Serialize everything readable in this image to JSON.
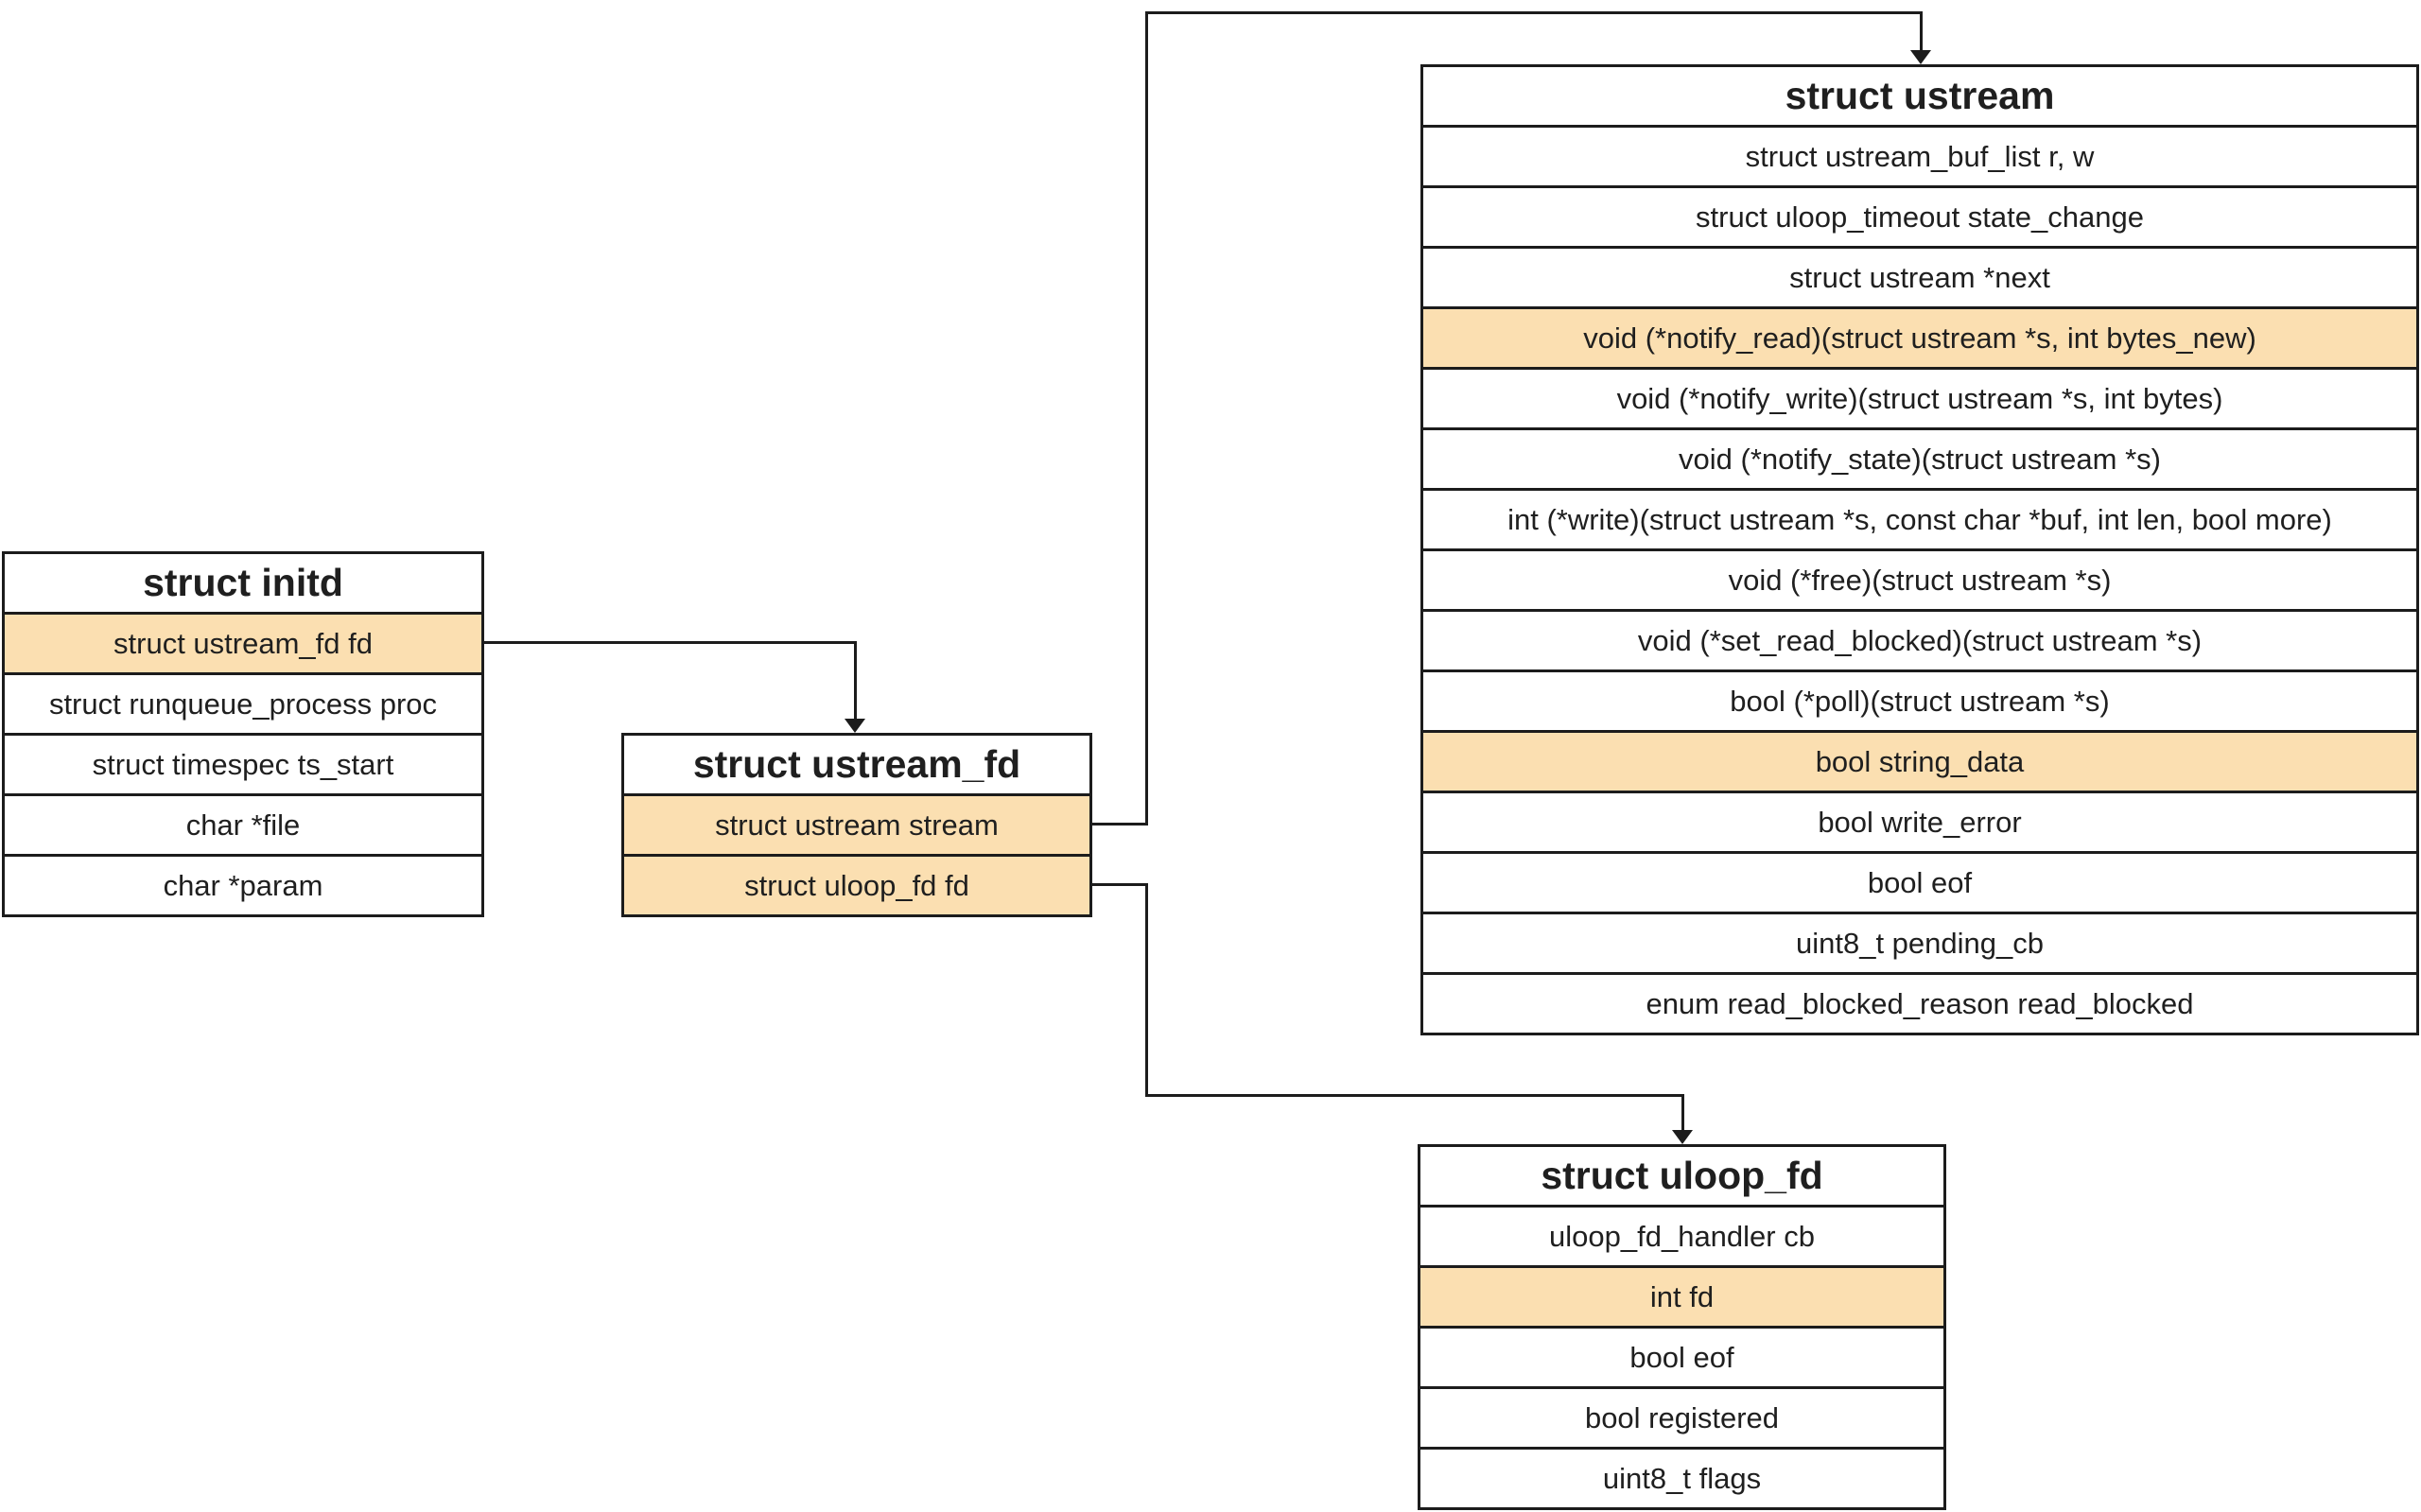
{
  "diagram": {
    "kind": "struct-relationship-diagram",
    "colors": {
      "highlight": "#FBDFB1",
      "line": "#1C1C1C",
      "text": "#1F1F1F",
      "background": "#FFFFFF"
    },
    "boxes": [
      {
        "id": "initd",
        "title": "struct initd",
        "rows": [
          {
            "text": "struct ustream_fd fd",
            "highlighted": true
          },
          {
            "text": "struct runqueue_process proc",
            "highlighted": false
          },
          {
            "text": "struct timespec ts_start",
            "highlighted": false
          },
          {
            "text": "char *file",
            "highlighted": false
          },
          {
            "text": "char *param",
            "highlighted": false
          }
        ]
      },
      {
        "id": "ustream_fd",
        "title": "struct ustream_fd",
        "rows": [
          {
            "text": "struct ustream stream",
            "highlighted": true
          },
          {
            "text": "struct uloop_fd fd",
            "highlighted": true
          }
        ]
      },
      {
        "id": "ustream",
        "title": "struct ustream",
        "rows": [
          {
            "text": "struct ustream_buf_list r, w",
            "highlighted": false
          },
          {
            "text": "struct uloop_timeout state_change",
            "highlighted": false
          },
          {
            "text": "struct ustream *next",
            "highlighted": false
          },
          {
            "text": "void (*notify_read)(struct ustream *s, int bytes_new)",
            "highlighted": true
          },
          {
            "text": "void (*notify_write)(struct ustream *s, int bytes)",
            "highlighted": false
          },
          {
            "text": "void (*notify_state)(struct ustream *s)",
            "highlighted": false
          },
          {
            "text": "int (*write)(struct ustream *s, const char *buf, int len, bool more)",
            "highlighted": false
          },
          {
            "text": "void (*free)(struct ustream *s)",
            "highlighted": false
          },
          {
            "text": "void (*set_read_blocked)(struct ustream *s)",
            "highlighted": false
          },
          {
            "text": "bool (*poll)(struct ustream *s)",
            "highlighted": false
          },
          {
            "text": "bool string_data",
            "highlighted": true
          },
          {
            "text": "bool write_error",
            "highlighted": false
          },
          {
            "text": "bool eof",
            "highlighted": false
          },
          {
            "text": "uint8_t pending_cb",
            "highlighted": false
          },
          {
            "text": "enum read_blocked_reason read_blocked",
            "highlighted": false
          }
        ]
      },
      {
        "id": "uloop_fd",
        "title": "struct uloop_fd",
        "rows": [
          {
            "text": "uloop_fd_handler cb",
            "highlighted": false
          },
          {
            "text": "int fd",
            "highlighted": true
          },
          {
            "text": "bool eof",
            "highlighted": false
          },
          {
            "text": "bool registered",
            "highlighted": false
          },
          {
            "text": "uint8_t flags",
            "highlighted": false
          }
        ]
      }
    ],
    "connections": [
      {
        "from": "initd.fd",
        "to": "ustream_fd"
      },
      {
        "from": "ustream_fd.stream",
        "to": "ustream"
      },
      {
        "from": "ustream_fd.fd",
        "to": "uloop_fd"
      }
    ]
  }
}
